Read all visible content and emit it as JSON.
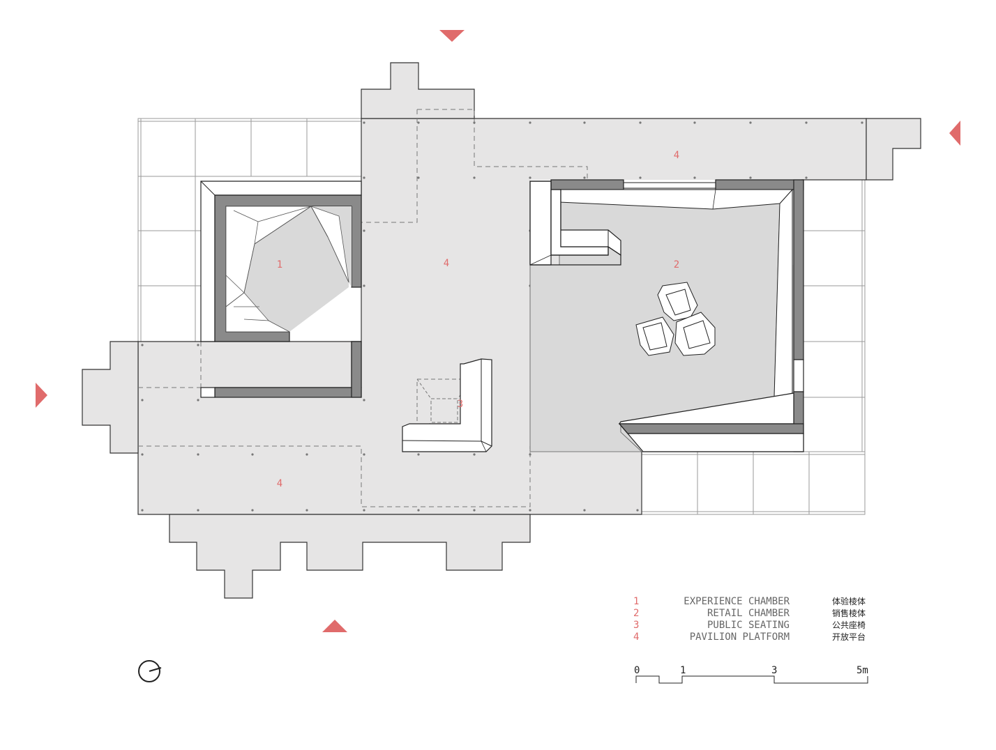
{
  "colors": {
    "accent": "#e06b6b",
    "platform": "#e6e5e5",
    "wall": "#8a8a8a",
    "chamber_floor": "#d9d9d9"
  },
  "zones": {
    "z1": "1",
    "z2": "2",
    "z3": "3",
    "z4a": "4",
    "z4b": "4",
    "z4c": "4"
  },
  "legend": {
    "items": [
      {
        "num": "1",
        "label": "EXPERIENCE CHAMBER",
        "cn": "体验棱体"
      },
      {
        "num": "2",
        "label": "RETAIL CHAMBER",
        "cn": "销售棱体"
      },
      {
        "num": "3",
        "label": "PUBLIC SEATING",
        "cn": "公共座椅"
      },
      {
        "num": "4",
        "label": "PAVILION PLATFORM",
        "cn": "开放平台"
      }
    ]
  },
  "scale": {
    "t0": "0",
    "t1": "1",
    "t3": "3",
    "t5": "5m"
  },
  "icons": {
    "north": "north-arrow-icon",
    "entry": "entry-arrow-icon"
  }
}
